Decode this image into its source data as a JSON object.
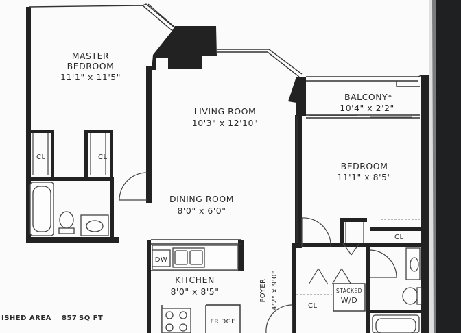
{
  "rooms": {
    "master_bedroom": {
      "name_line1": "MASTER",
      "name_line2": "BEDROOM",
      "size": "11'1\" x 11'5\""
    },
    "living_room": {
      "name": "LIVING ROOM",
      "size": "10'3\" x 12'10\""
    },
    "balcony": {
      "name": "BALCONY*",
      "size": "10'4\" x 2'2\""
    },
    "bedroom": {
      "name": "BEDROOM",
      "size": "11'1\" x 8'5\""
    },
    "dining_room": {
      "name": "DINING ROOM",
      "size": "8'0\" x 6'0\""
    },
    "kitchen": {
      "name": "KITCHEN",
      "size": "8'0\" x 8'5\""
    },
    "foyer": {
      "name": "FOYER",
      "size": "4'2\" x 9'0\""
    }
  },
  "fixtures": {
    "closet_1": "CL",
    "closet_2": "CL",
    "closet_3": "CL",
    "closet_4": "CL",
    "dishwasher": "DW",
    "fridge": "FRIDGE",
    "laundry_line1": "STACKED",
    "laundry_line2": "W/D"
  },
  "footer": {
    "area_label": "ISHED AREA",
    "area_value": "857",
    "area_unit": "SQ FT"
  }
}
